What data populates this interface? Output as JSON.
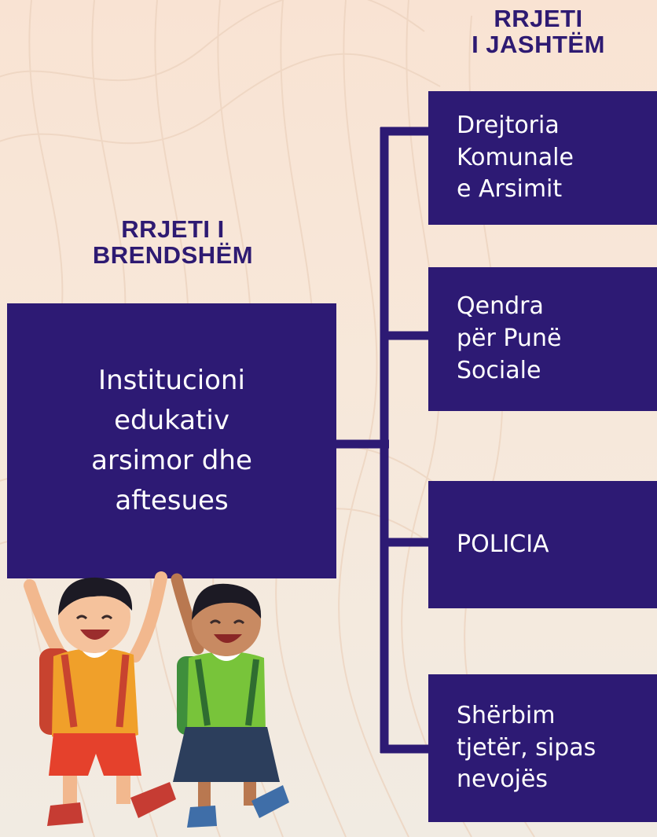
{
  "internal_network": {
    "heading_lines": [
      "RRJETI I",
      "BRENDSHËM"
    ],
    "institution_lines": [
      "Institucioni",
      "edukativ",
      "arsimor dhe",
      "aftesues"
    ]
  },
  "external_network": {
    "heading_lines": [
      "RRJETI",
      "I JASHTËM"
    ],
    "items": [
      {
        "lines": [
          "Drejtoria",
          "Komunale",
          "e Arsimit"
        ]
      },
      {
        "lines": [
          "Qendra",
          "për Punë",
          "Sociale"
        ]
      },
      {
        "lines": [
          "POLICIA"
        ]
      },
      {
        "lines": [
          "Shërbim",
          "tjetër, sipas",
          "nevojës"
        ]
      }
    ]
  },
  "colors": {
    "box": "#2d1a74",
    "heading": "#2e1a72",
    "box_text": "#ffffff",
    "background": "#f8e6d8"
  },
  "illustration": "two-children-with-backpacks"
}
